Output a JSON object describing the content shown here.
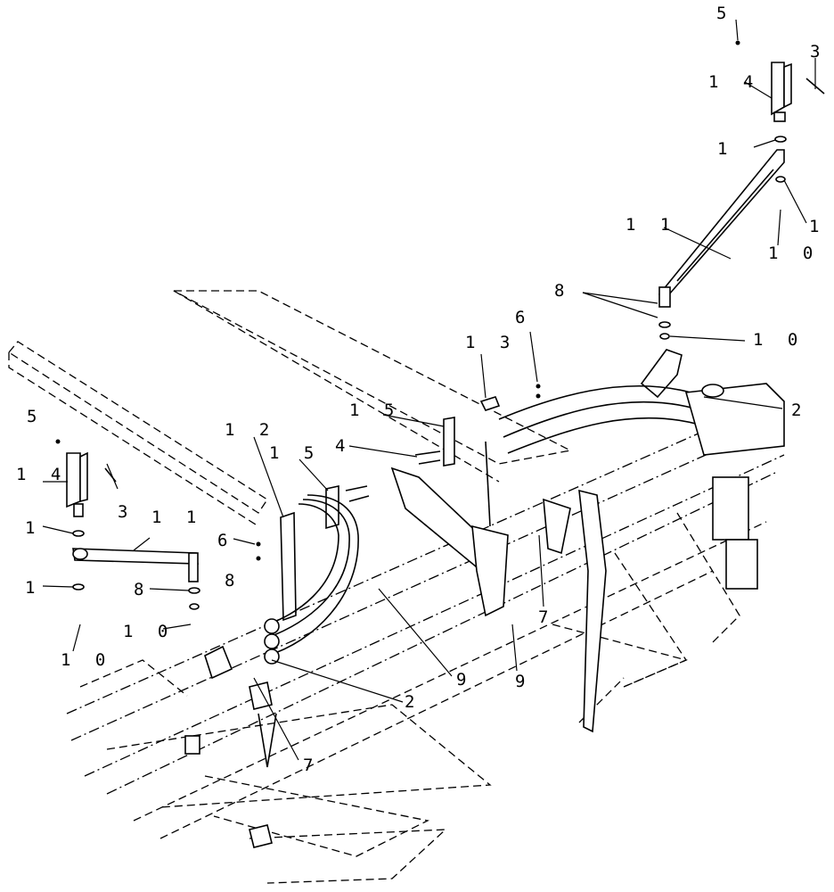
{
  "callouts": [
    {
      "id": "c5a",
      "text": "5"
    },
    {
      "id": "c3a",
      "text": "3"
    },
    {
      "id": "c14a",
      "text": "1 4"
    },
    {
      "id": "c1a",
      "text": "1"
    },
    {
      "id": "c1b",
      "text": "1"
    },
    {
      "id": "c11a",
      "text": "1 1"
    },
    {
      "id": "c10a",
      "text": "1 0"
    },
    {
      "id": "c8a",
      "text": "8"
    },
    {
      "id": "c10b",
      "text": "1 0"
    },
    {
      "id": "c6a",
      "text": "6"
    },
    {
      "id": "c13",
      "text": "1 3"
    },
    {
      "id": "c2a",
      "text": "2"
    },
    {
      "id": "c15a",
      "text": "1 5"
    },
    {
      "id": "c12",
      "text": "1 2"
    },
    {
      "id": "c15b",
      "text": "1 5"
    },
    {
      "id": "c4",
      "text": "4"
    },
    {
      "id": "c5b",
      "text": "5"
    },
    {
      "id": "c14b",
      "text": "1 4"
    },
    {
      "id": "c3b",
      "text": "3"
    },
    {
      "id": "c1c",
      "text": "1"
    },
    {
      "id": "c11b",
      "text": "1 1"
    },
    {
      "id": "c6b",
      "text": "6"
    },
    {
      "id": "c1d",
      "text": "1"
    },
    {
      "id": "c8b",
      "text": "8"
    },
    {
      "id": "c8c",
      "text": "8"
    },
    {
      "id": "c10c",
      "text": "1 0"
    },
    {
      "id": "c10d",
      "text": "1 0"
    },
    {
      "id": "c7a",
      "text": "7"
    },
    {
      "id": "c9a",
      "text": "9"
    },
    {
      "id": "c9b",
      "text": "9"
    },
    {
      "id": "c2b",
      "text": "2"
    },
    {
      "id": "c7b",
      "text": "7"
    }
  ]
}
